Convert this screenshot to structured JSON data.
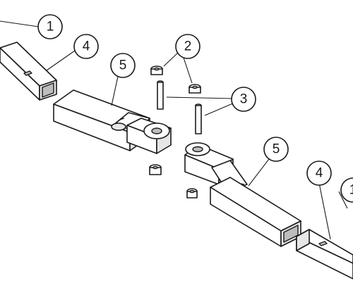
{
  "diagram": {
    "callouts": [
      {
        "id": "c1a",
        "label": "1"
      },
      {
        "id": "c4a",
        "label": "4"
      },
      {
        "id": "c5a",
        "label": "5"
      },
      {
        "id": "c2",
        "label": "2"
      },
      {
        "id": "c3",
        "label": "3"
      },
      {
        "id": "c5b",
        "label": "5"
      },
      {
        "id": "c4b",
        "label": "4"
      },
      {
        "id": "c1b",
        "label": "1"
      }
    ]
  }
}
